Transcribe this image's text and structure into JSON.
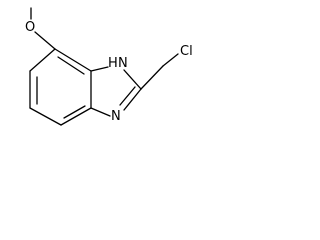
{
  "molecule": {
    "atoms": {
      "oxygen": "O",
      "nh_n": "N",
      "nh_h": "H",
      "imine_n": "N",
      "chlorine": "Cl"
    },
    "line_color": "#000000",
    "background": "#ffffff"
  }
}
